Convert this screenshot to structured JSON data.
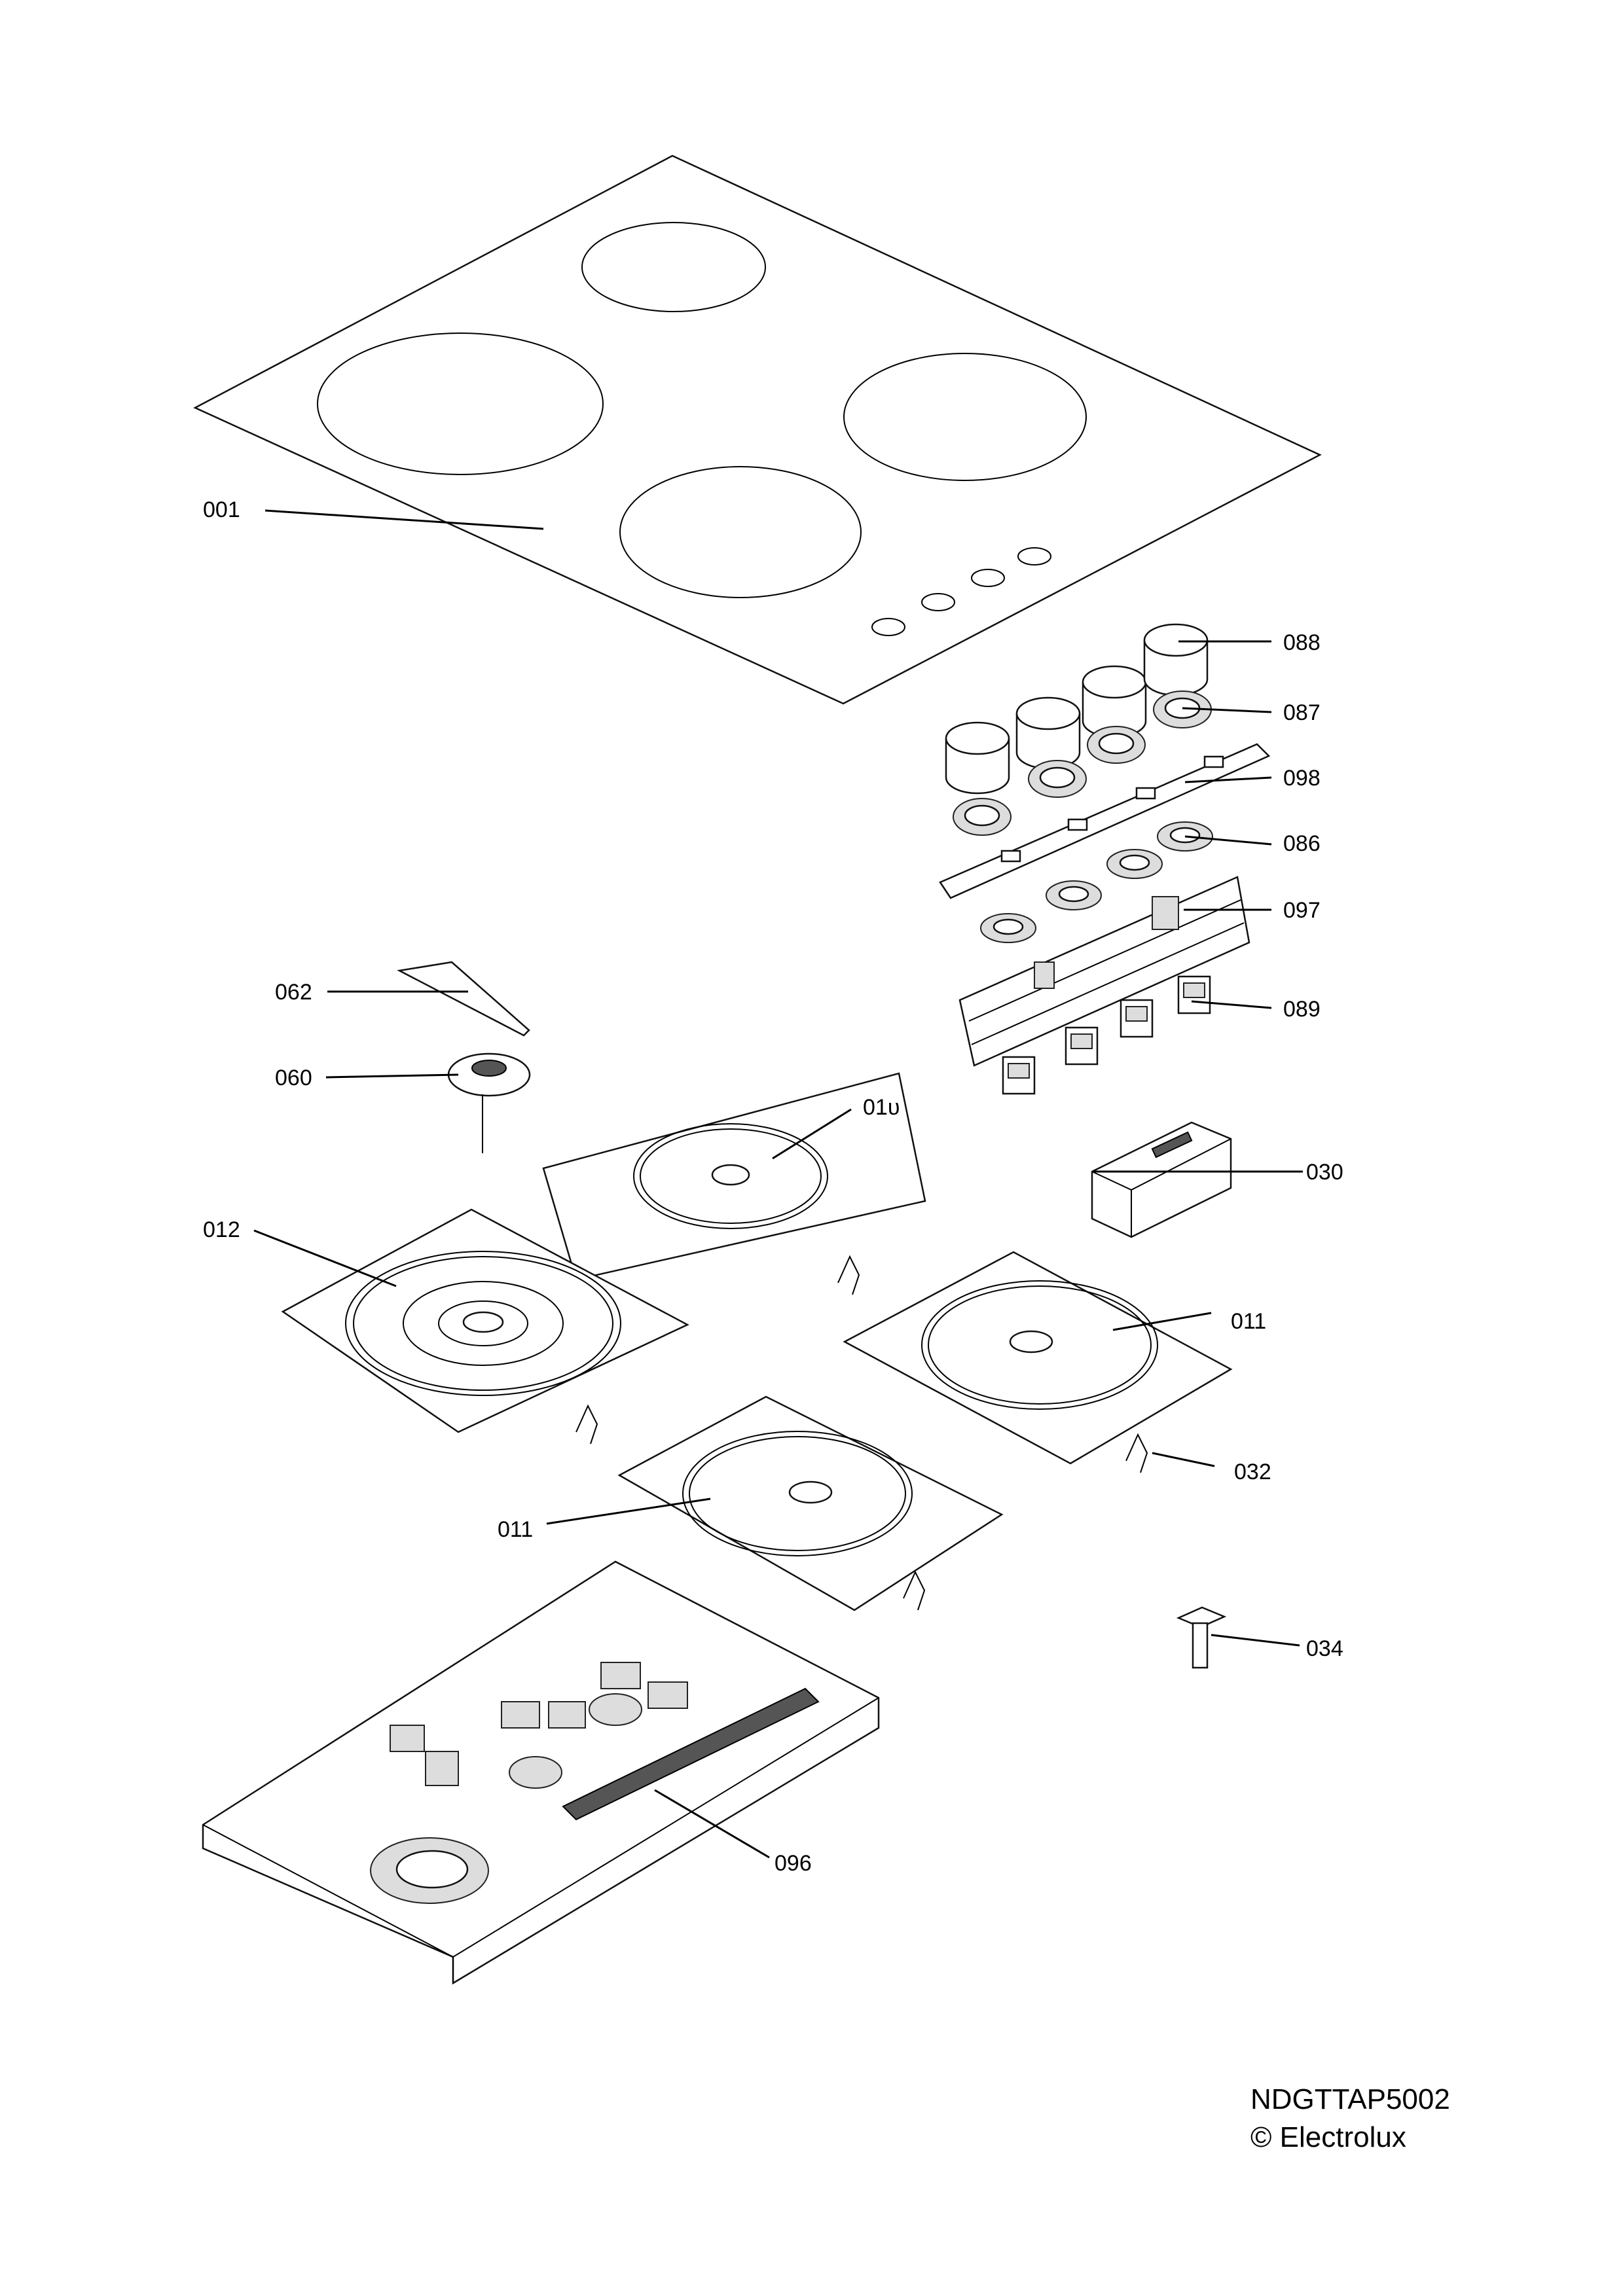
{
  "labels": {
    "hob_top": "001",
    "knob": "088",
    "knob_ring": "087",
    "panel": "098",
    "spring_washer": "086",
    "switch_bracket": "097",
    "switch": "089",
    "bracket_062": "062",
    "limiter_060": "060",
    "hotplate_rear": "01υ",
    "hotplate_large": "012",
    "hotplate_right": "011",
    "hotplate_front": "011",
    "clip": "032",
    "module": "030",
    "sensor": "034",
    "chassis": "096"
  },
  "footer": {
    "code": "NDGTTAP5002",
    "copyright": "© Electrolux"
  }
}
